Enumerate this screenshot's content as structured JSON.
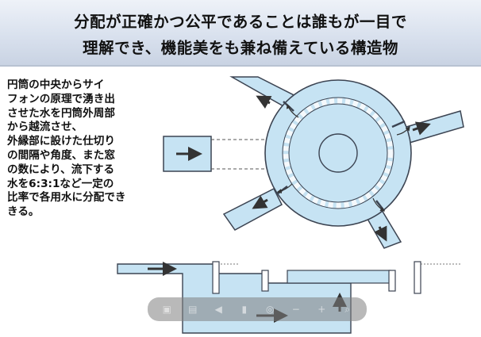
{
  "header": {
    "line1": "分配が正確かつ公平であることは誰もが一目で",
    "line2": "理解でき、機能美をも兼ね備えている構造物"
  },
  "body_lines": [
    "円筒の中央からサイ",
    "フォンの原理で湧き出",
    "させた水を円筒外周部",
    "から越流させ、",
    "外縁部に設けた仕切り",
    "の間隔や角度、また窓",
    "の数により、流下する",
    "水を6:3:1など一定の",
    "比率で各用水に分配でき",
    "きる。"
  ],
  "colors": {
    "water": "#c6e3f3",
    "outline": "#3c4452",
    "arrow": "#333333",
    "header_bg": "#d9e1ee"
  },
  "toolbar": {
    "buttons": [
      "save-icon",
      "print-icon",
      "back-icon",
      "page-icon",
      "zoom-icon",
      "minus-icon",
      "plus-icon",
      "search-icon"
    ]
  }
}
